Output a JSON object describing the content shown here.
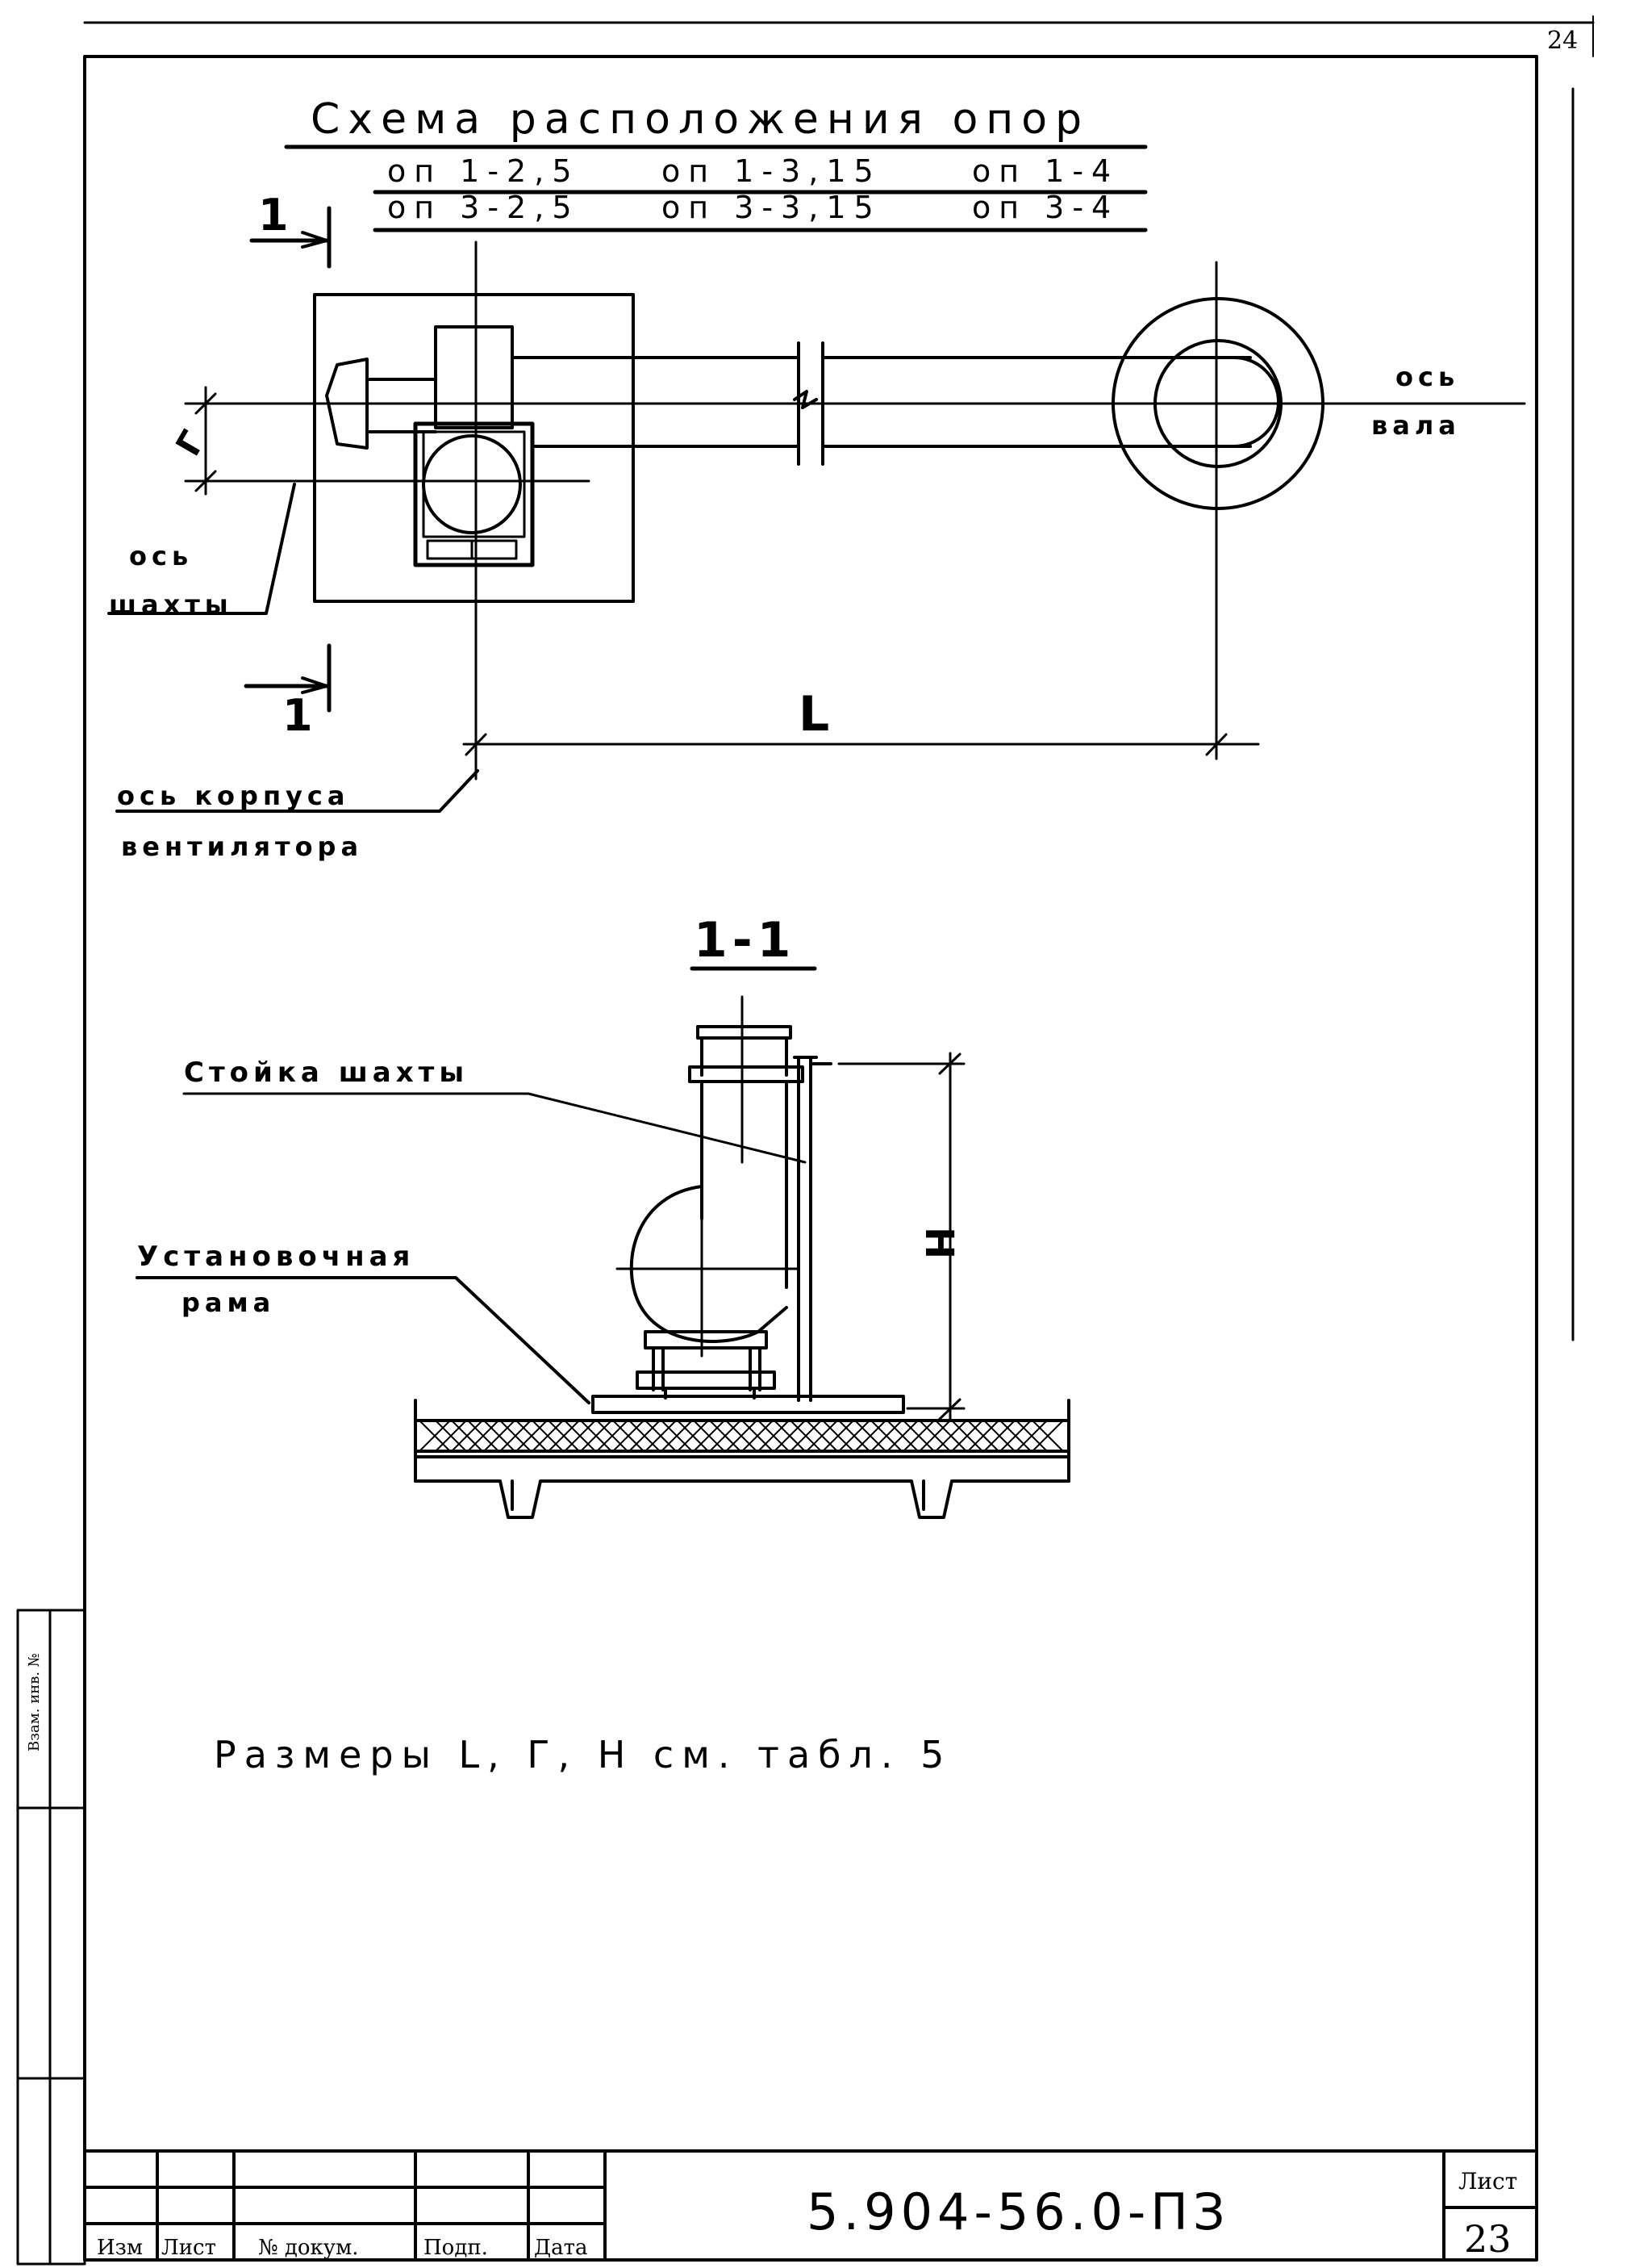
{
  "page_number_corner": "24",
  "title": "Схема расположения опор",
  "subtitle": {
    "row1": [
      "оп 1-2,5",
      "оп 1-3,15",
      "оп 1-4"
    ],
    "row2": [
      "оп 3-2,5",
      "оп 3-3,15",
      "оп 3-4"
    ]
  },
  "section_mark": "1",
  "labels": {
    "shaft_axis_line1": "ось",
    "shaft_axis_line2": "шахты",
    "shaft_axis_dim": "Г",
    "fan_axis_line1": "ось корпуса",
    "fan_axis_line2": "вентилятора",
    "shaft_line1": "ось",
    "shaft_line2": "вала",
    "length_dim": "L",
    "section_title": "1-1",
    "stand": "Стойка шахты",
    "frame_line1": "Установочная",
    "frame_line2": "рама",
    "height_dim": "Н"
  },
  "note": "Размеры L, Г, Н см. табл. 5",
  "side_stamp": "Взам. инв. №",
  "title_block": {
    "headers": [
      "Изм",
      "Лист",
      "№ докум.",
      "Подп.",
      "Дата"
    ],
    "doc_code": "5.904-56.0-ПЗ",
    "sheet_label": "Лист",
    "sheet_number": "23"
  }
}
